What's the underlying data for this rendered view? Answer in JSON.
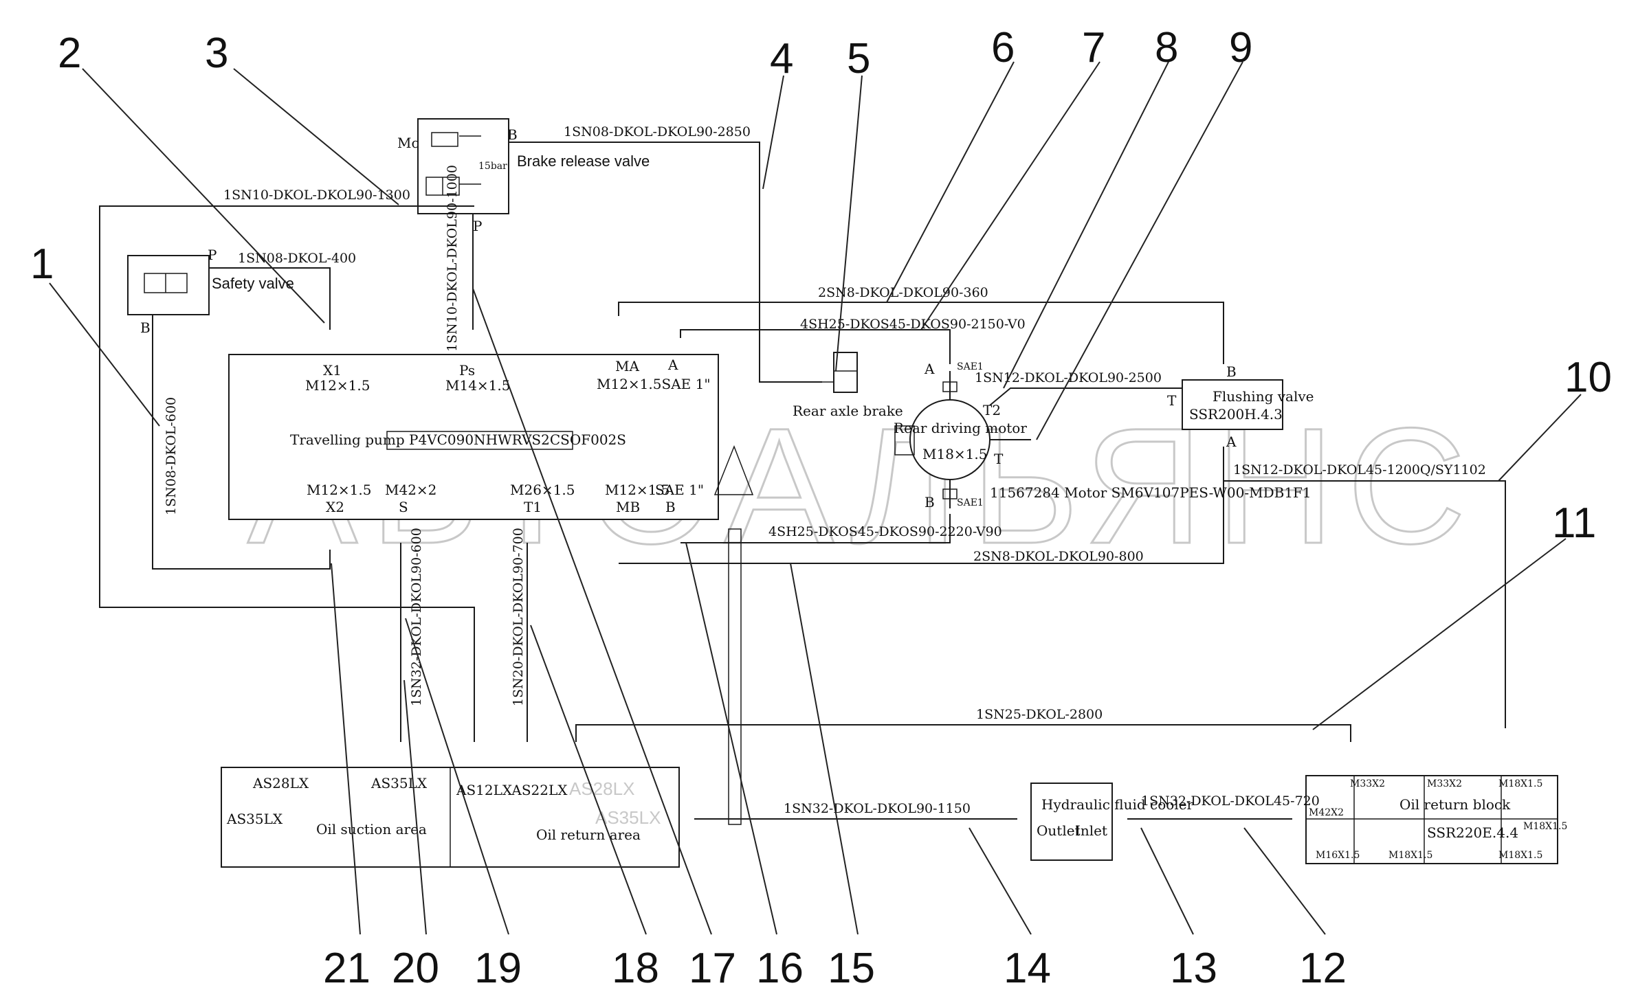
{
  "watermark": {
    "text": "АВТОАЛЬЯНС"
  },
  "components": {
    "brake_release_valve": {
      "title": "Brake release valve",
      "port_b": "B",
      "port_p": "P",
      "port_mc": "Mc",
      "pressure": "15bar"
    },
    "safety_valve": {
      "title": "Safety valve",
      "port_p": "P",
      "port_b": "B"
    },
    "travelling_pump": {
      "title": "Travelling pump P4VC090NHWRVS2CSOF002S",
      "ports": [
        {
          "name": "X1",
          "thread": "M12×1.5"
        },
        {
          "name": "Ps",
          "thread": "M14×1.5"
        },
        {
          "name": "MA",
          "thread": "M12×1.5SAE 1\""
        },
        {
          "name": "A",
          "thread": ""
        },
        {
          "name": "X2",
          "thread": "M12×1.5"
        },
        {
          "name": "S",
          "thread": "M42×2"
        },
        {
          "name": "T1",
          "thread": "M26×1.5"
        },
        {
          "name": "MB",
          "thread": "M12×1.5"
        },
        {
          "name": "B",
          "thread": "SAE 1\""
        }
      ]
    },
    "rear_axle_brake": {
      "title": "Rear axle brake"
    },
    "rear_driving_motor": {
      "title": "Rear driving motor",
      "model": "11567284 Motor SM6V107PES-W00-MDB1F1",
      "port_a": "A",
      "port_b": "B",
      "port_t": "T",
      "port_t2": "T2",
      "thread": "M18×1.5",
      "sae": "SAE1"
    },
    "flushing_valve": {
      "title": "Flushing valve",
      "model": "SSR200H.4.3",
      "port_t": "T",
      "port_a": "A",
      "port_b": "B"
    },
    "tank": {
      "labels": [
        "AS28LX",
        "AS35LX",
        "AS12LXAS22LX",
        "AS28LX",
        "AS35LX",
        "AS35LX"
      ],
      "suction": "Oil suction area",
      "return": "Oil return area"
    },
    "hydraulic_cooler": {
      "title": "Hydraulic fluid cooler",
      "outlet": "Outlet",
      "inlet": "Inlet"
    },
    "return_block": {
      "title": "Oil return block",
      "model": "SSR220E.4.4",
      "ports": [
        "M33X2",
        "M33X2",
        "M18X1.5",
        "M42X2",
        "M18X1.5",
        "M16X1.5",
        "M18X1.5",
        "M18X1.5"
      ]
    }
  },
  "hoses": [
    "1SN08-DKOL-DKOL90-2850",
    "1SN10-DKOL-DKOL90-1300",
    "1SN08-DKOL-400",
    "1SN10-DKOL-DKOL90-1000",
    "1SN08-DKOL-600",
    "2SN8-DKOL-DKOL90-360",
    "4SH25-DKOS45-DKOS90-2150-V0",
    "1SN12-DKOL-DKOL90-2500",
    "1SN12-DKOL-DKOL45-1200Q/SY1102",
    "4SH25-DKOS45-DKOS90-2220-V90",
    "2SN8-DKOL-DKOL90-800",
    "1SN32-DKOL-DKOL90-600",
    "1SN20-DKOL-DKOL90-700",
    "1SN25-DKOL-2800",
    "1SN32-DKOL-DKOL90-1150",
    "1SN32-DKOL-DKOL45-720"
  ],
  "callouts": [
    "1",
    "2",
    "3",
    "4",
    "5",
    "6",
    "7",
    "8",
    "9",
    "10",
    "11",
    "12",
    "13",
    "14",
    "15",
    "16",
    "17",
    "18",
    "19",
    "20",
    "21"
  ]
}
